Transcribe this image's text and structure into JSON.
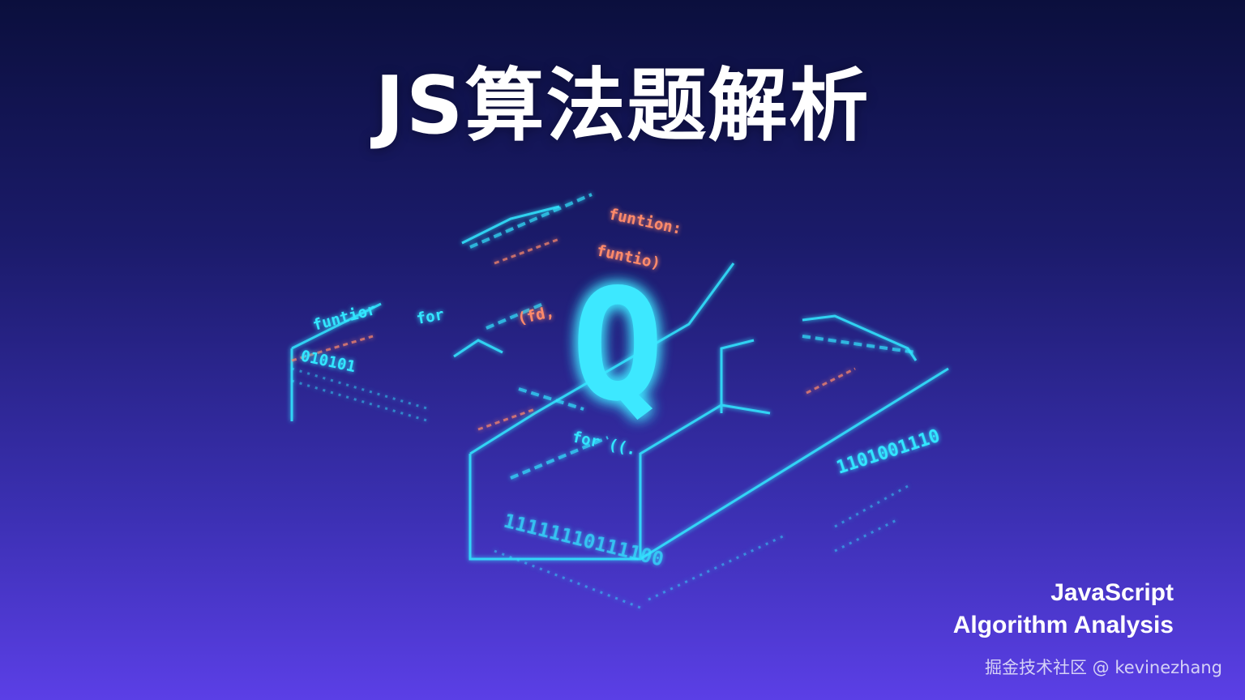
{
  "headline": "JS算法题解析",
  "subtitle": {
    "line1": "JavaScript",
    "line2": "Algorithm Analysis"
  },
  "watermark": "掘金技术社区 @ kevinezhang",
  "illustration": {
    "center_glyph": "Q",
    "code_snippets": [
      "funtion:",
      "funtio)",
      "funtior",
      "for",
      "(fd,",
      "for ((.",
      "010101",
      "1101001110",
      "11111110111100"
    ]
  },
  "colors": {
    "background_top": "#0b0f3d",
    "background_bottom": "#5b3fe6",
    "neon_cyan": "#33e6ff",
    "neon_coral": "#ff8a6b"
  }
}
